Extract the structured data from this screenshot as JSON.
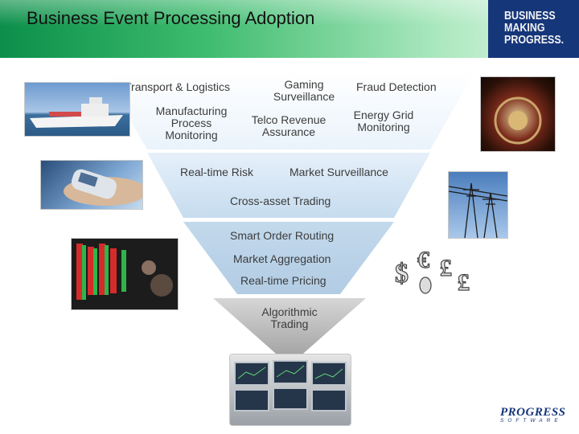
{
  "title": "Business Event Processing Adoption",
  "brand": {
    "line1": "BUSINESS",
    "line2": "MAKING",
    "line3": "PROGRESS."
  },
  "labels": {
    "transport": "Transport & Logistics",
    "gaming": "Gaming Surveillance",
    "fraud": "Fraud Detection",
    "manufacturing": "Manufacturing Process Monitoring",
    "telco": "Telco Revenue Assurance",
    "energy": "Energy Grid Monitoring",
    "risk": "Real-time Risk",
    "market_surv": "Market Surveillance",
    "cross_asset": "Cross-asset Trading",
    "smart_order": "Smart Order Routing",
    "market_agg": "Market Aggregation",
    "pricing": "Real-time Pricing",
    "algo": "Algorithmic Trading"
  },
  "footer_logo": {
    "name": "PROGRESS",
    "sub": "SOFTWARE"
  },
  "colors": {
    "header_green": "#3dbb6e",
    "brand_navy": "#16367a",
    "funnel_top": "#ffffff",
    "funnel_bottom": "#9a9a9a"
  }
}
